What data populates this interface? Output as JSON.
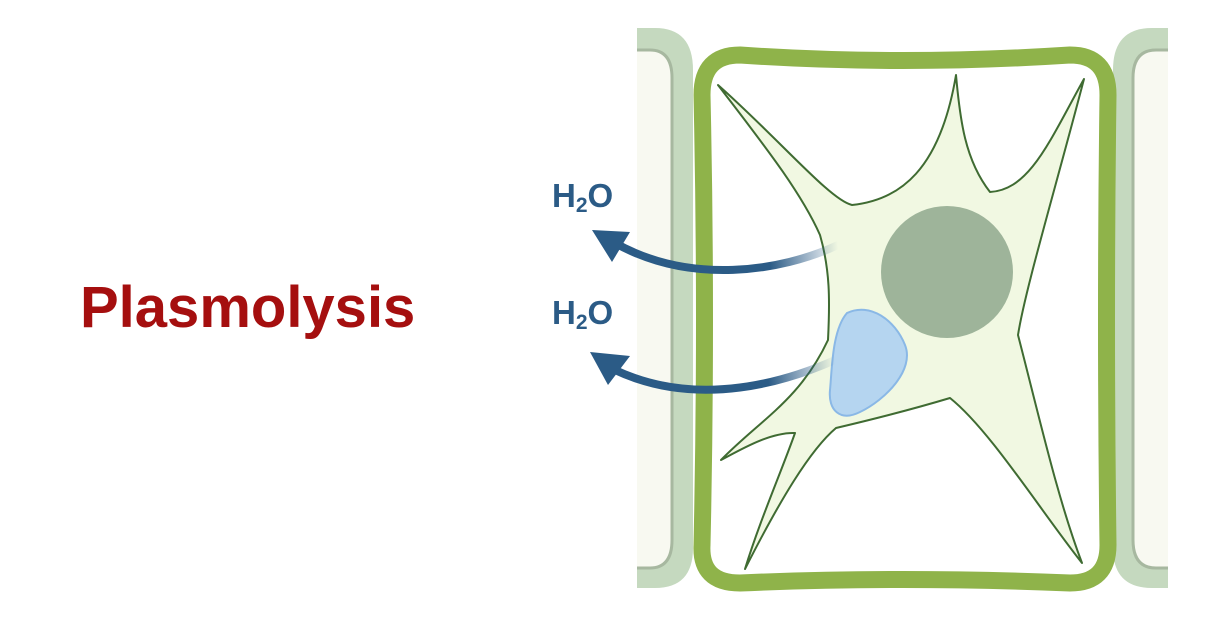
{
  "title": "Plasmolysis",
  "labels": [
    {
      "main": "H",
      "sub": "2",
      "tail": "O"
    },
    {
      "main": "H",
      "sub": "2",
      "tail": "O"
    }
  ],
  "colors": {
    "title": "#a50f0f",
    "water": "#2b5b86",
    "cell_wall": "#8fb34a",
    "neighbor_wall": "#c5d9bf",
    "cytoplasm": "#f1f8e2",
    "cytoplasm_outline": "#3f6b32",
    "nucleus": "#9eb49a",
    "vacuole": "#b5d5f0",
    "vacuole_outline": "#8ab8e6"
  }
}
